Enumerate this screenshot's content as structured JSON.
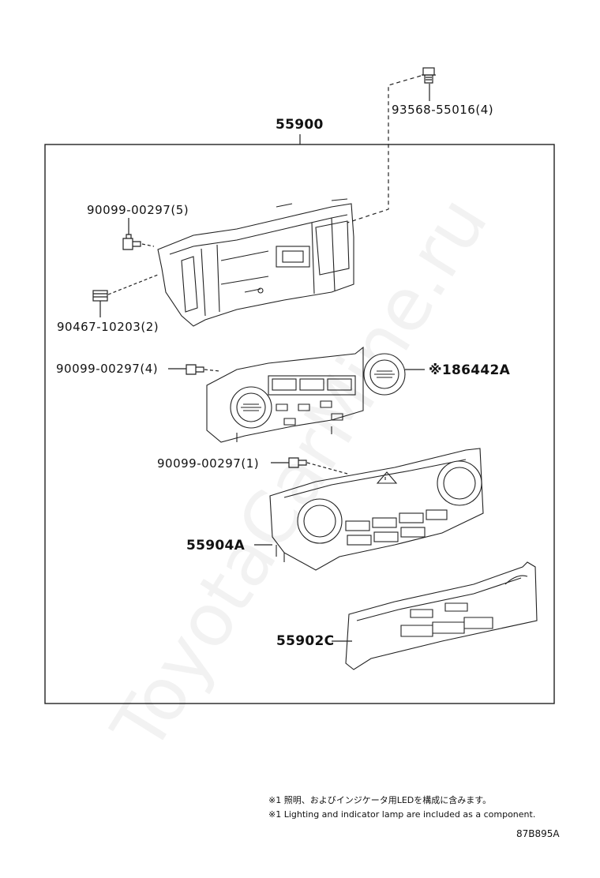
{
  "watermark": "ToyotaCarMine.ru",
  "assembly_label": "55900",
  "parts": {
    "screw_top": "93568-55016(4)",
    "screw_frame": "90099-00297(5)",
    "pin_frame": "90467-10203(2)",
    "screw_board": "90099-00297(4)",
    "board": "※186442A",
    "screw_panel": "90099-00297(1)",
    "panel": "55904A",
    "cover": "55902C"
  },
  "notes": {
    "jp": "※1 照明、およびインジケータ用LEDを構成に含みます。",
    "en": "※1 Lighting and indicator lamp are included as a component."
  },
  "diagram_code": "87B895A"
}
